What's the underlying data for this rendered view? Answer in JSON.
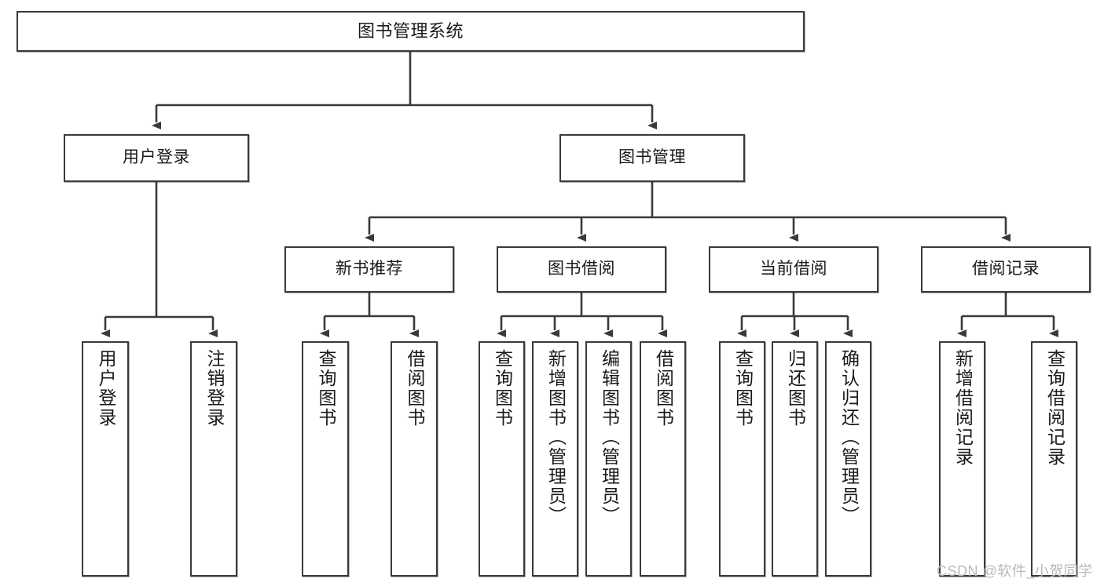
{
  "diagram": {
    "title": "图书管理系统",
    "type": "function-structure-tree",
    "style": {
      "line_color": "#3a3a3a",
      "box_fill": "#ffffff",
      "text_color": "#1a1a1a",
      "watermark_color": "#b9b9b9"
    },
    "nodes": {
      "root": {
        "label": "图书管理系统"
      },
      "level2": [
        {
          "label": "用户登录"
        },
        {
          "label": "图书管理"
        }
      ],
      "level3": [
        {
          "label": "新书推荐"
        },
        {
          "label": "图书借阅"
        },
        {
          "label": "当前借阅"
        },
        {
          "label": "借阅记录"
        }
      ],
      "leaves_user_login": [
        {
          "label": "用户登录"
        },
        {
          "label": "注销登录"
        }
      ],
      "leaves_new_book": [
        {
          "label": "查询图书"
        },
        {
          "label": "借阅图书"
        }
      ],
      "leaves_borrow": [
        {
          "label": "查询图书"
        },
        {
          "label": "新增图书（管理员）"
        },
        {
          "label": "编辑图书（管理员）"
        },
        {
          "label": "借阅图书"
        }
      ],
      "leaves_current": [
        {
          "label": "查询图书"
        },
        {
          "label": "归还图书"
        },
        {
          "label": "确认归还（管理员）"
        }
      ],
      "leaves_record": [
        {
          "label": "新增借阅记录"
        },
        {
          "label": "查询借阅记录"
        }
      ]
    }
  },
  "watermark": {
    "text": "CSDN @软件_小贺同学"
  }
}
